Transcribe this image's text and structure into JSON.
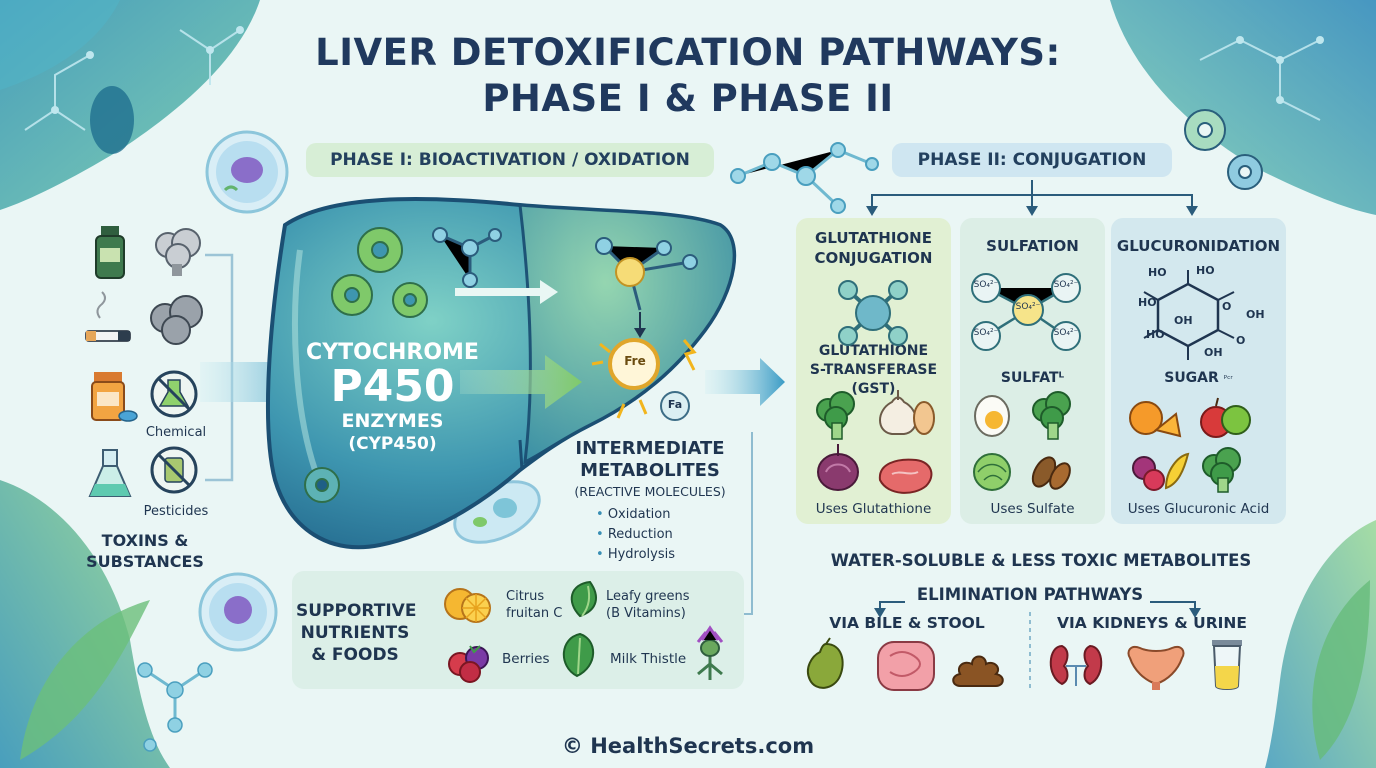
{
  "title_line1": "LIVER DETOXIFICATION PATHWAYS:",
  "title_line2": "PHASE I & PHASE II",
  "phase1": {
    "label": "PHASE I: BIOACTIVATION / OXIDATION",
    "enzyme_line1": "CYTOCHROME",
    "enzyme_line2": "P450",
    "enzyme_line3": "ENZYMES",
    "enzyme_line4": "(CYP450)"
  },
  "toxins": {
    "chemical_label": "Chemical",
    "pesticides_label": "Pesticides",
    "caption_line1": "TOXINS &",
    "caption_line2": "SUBSTANCES"
  },
  "intermediate": {
    "line1": "INTERMEDIATE",
    "line2": "METABOLITES",
    "line3": "(REACTIVE MOLECULES)",
    "processes": [
      "Oxidation",
      "Reduction",
      "Hydrolysis"
    ],
    "fe_label": "Fre",
    "fa_label": "Fa"
  },
  "nutrients": {
    "caption_line1": "SUPPORTIVE",
    "caption_line2": "NUTRIENTS",
    "caption_line3": "& FOODS",
    "citrus_line1": "Citrus",
    "citrus_line2": "fruitan C",
    "greens_line1": "Leafy greens",
    "greens_line2": "(B Vitamins)",
    "berries": "Berries",
    "thistle": "Milk Thistle"
  },
  "phase2": {
    "label": "PHASE II: CONJUGATION",
    "glutathione": {
      "title_line1": "GLUTATHIONE",
      "title_line2": "CONJUGATION",
      "enzyme_line1": "GLUTATHIONE",
      "enzyme_line2": "S-TRANSFERASE",
      "enzyme_line3": "(GST)",
      "uses": "Uses Glutathione"
    },
    "sulfation": {
      "title": "SULFATION",
      "sub": "SULFATᴸ",
      "uses": "Uses Sulfate",
      "so4": "SO₄²⁻"
    },
    "glucuronidation": {
      "title": "GLUCURONIDATION",
      "sub": "SUGAR",
      "sub_tag": "ᴾᶜʳ",
      "uses": "Uses Glucuronic Acid",
      "ho": "HO",
      "oh": "OH",
      "o": "O"
    }
  },
  "output": {
    "water_soluble": "WATER-SOLUBLE & LESS TOXIC METABOLITES",
    "elimination": "ELIMINATION PATHWAYS",
    "bile": "VIA BILE & STOOL",
    "kidneys": "VIA KIDNEYS & URINE"
  },
  "footer": "© HealthSecrets.com",
  "colors": {
    "liver_dark": "#1f6f8f",
    "liver_light": "#59b3b5",
    "accent_green": "#8cc85a",
    "panel_green": "#e3f1d6",
    "panel_blue": "#d8ecef",
    "title": "#20395e"
  }
}
